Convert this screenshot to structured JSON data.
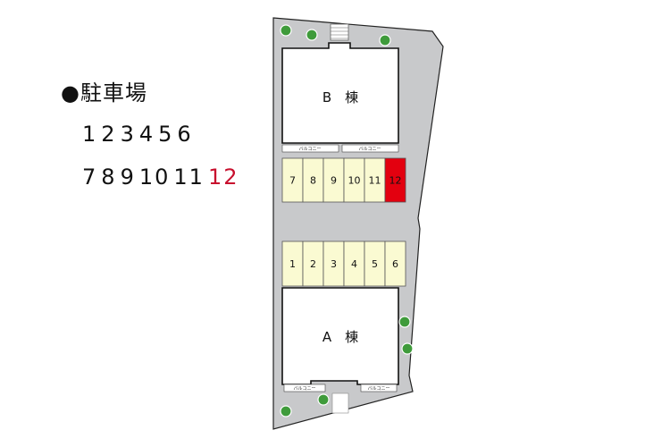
{
  "legend": {
    "title": "●駐車場",
    "row1": [
      "1",
      "2",
      "3",
      "4",
      "5",
      "6"
    ],
    "row2": [
      "7",
      "8",
      "9",
      "10",
      "11",
      "12"
    ],
    "highlighted": "12"
  },
  "buildings": {
    "b": "B　棟",
    "a": "A　棟"
  },
  "balcony_label": "バルコニー",
  "parking": {
    "top_row": [
      "7",
      "8",
      "9",
      "10",
      "11",
      "12"
    ],
    "bottom_row": [
      "1",
      "2",
      "3",
      "4",
      "5",
      "6"
    ],
    "selected": "12"
  },
  "colors": {
    "ground": "#c8c9cb",
    "building": "#ffffff",
    "space": "#fafad2",
    "selected": "#e3000f",
    "tree": "#3f9b3b",
    "highlight_text": "#c8102e"
  }
}
